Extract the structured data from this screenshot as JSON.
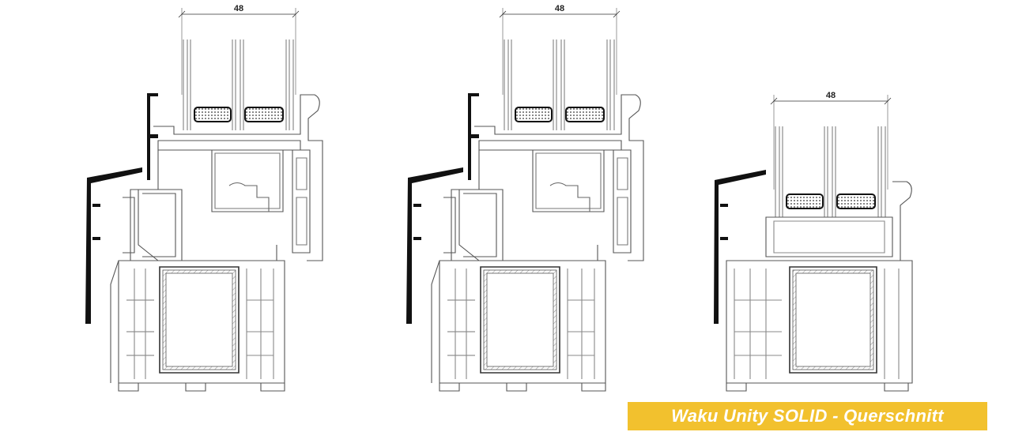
{
  "drawings": [
    {
      "name": "section-1",
      "glass_dimension": "48"
    },
    {
      "name": "section-2",
      "glass_dimension": "48"
    },
    {
      "name": "section-3",
      "glass_dimension": "48"
    }
  ],
  "caption": "Waku Unity SOLID - Querschnitt",
  "colors": {
    "caption_bg": "#f2c12e",
    "line": "#555555",
    "seal": "#111111"
  }
}
